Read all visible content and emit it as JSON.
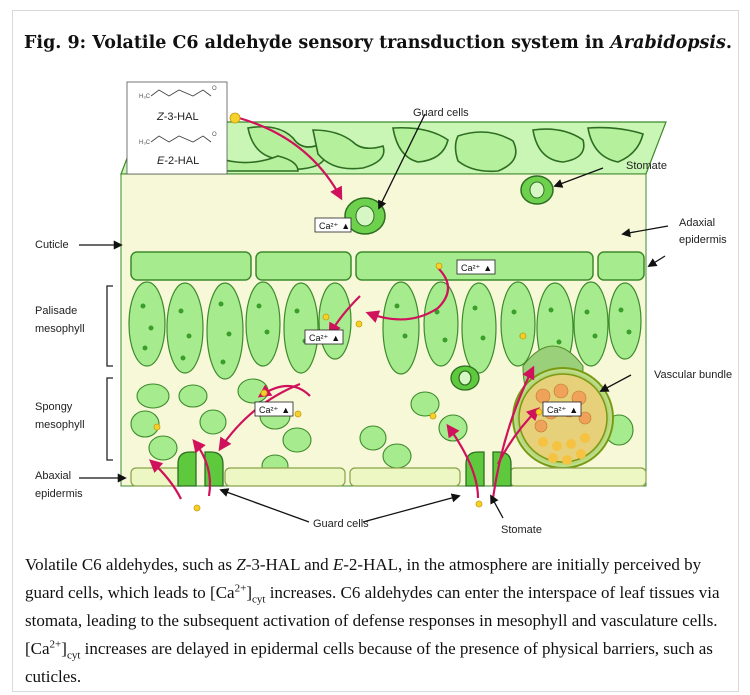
{
  "figure": {
    "title_prefix": "Fig. 9: Volatile C6 aldehyde sensory transduction system in ",
    "title_italic": "Arabidopsis",
    "title_suffix": "."
  },
  "molecules": {
    "z3hal_prefix": "Z",
    "z3hal_rest": "-3-HAL",
    "e2hal_prefix": "E",
    "e2hal_rest": "-2-HAL",
    "atom_label": "H₃C",
    "carbonyl": "O"
  },
  "labels": {
    "guard_cells_top": "Guard cells",
    "stomate_top": "Stomate",
    "adaxial_epidermis_1": "Adaxial",
    "adaxial_epidermis_2": "epidermis",
    "cuticle": "Cuticle",
    "palisade_1": "Palisade",
    "palisade_2": "mesophyll",
    "spongy_1": "Spongy",
    "spongy_2": "mesophyll",
    "vascular_bundle": "Vascular bundle",
    "abaxial_1": "Abaxial",
    "abaxial_2": "epidermis",
    "guard_cells_bottom": "Guard cells",
    "stomate_bottom": "Stomate",
    "ca_label": "Ca²⁺",
    "ca_arrow": "▲"
  },
  "caption": {
    "p1": "Volatile C6 aldehydes, such as ",
    "z": "Z",
    "p2": "-3-HAL and ",
    "e": "E",
    "p3": "-2-HAL, in the atmosphere are initially perceived by guard cells, which leads to [Ca",
    "sup1": "2+",
    "p4": "]",
    "sub1": "cyt",
    "p5": " increases. C6 aldehydes can enter the interspace of leaf tissues via stomata, leading to the subsequent activation of defense responses in mesophyll and vasculature cells. [Ca",
    "sup2": "2+",
    "p6": "]",
    "sub2": "cyt",
    "p7": " increases are delayed in epidermal cells because of the presence of physical barriers, such as cuticles."
  },
  "colors": {
    "cell_fill": "#a6ec8e",
    "cell_light": "#c9f5b5",
    "cell_stroke": "#3d8a2b",
    "leaf_interior": "#f6f8d8",
    "arrow": "#d0115b",
    "dot": "#f5d22b",
    "vascular_outer": "#7a9a12",
    "vascular_inner": "#f0c05a"
  }
}
